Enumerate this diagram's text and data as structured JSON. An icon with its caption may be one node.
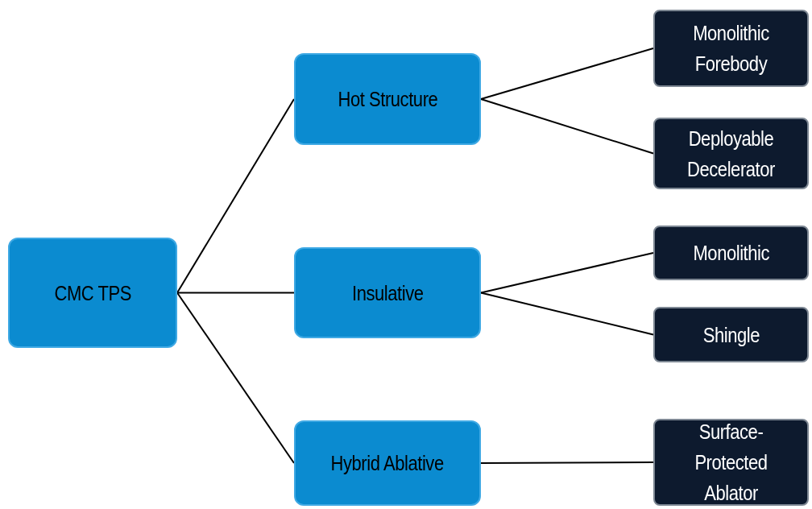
{
  "diagram": {
    "nodes": [
      {
        "text": [
          "CMC TPS"
        ]
      },
      {
        "text": [
          "Hot Structure"
        ]
      },
      {
        "text": [
          "Insulative"
        ]
      },
      {
        "text": [
          "Hybrid Ablative"
        ]
      },
      {
        "text": [
          "Monolithic Forebody"
        ]
      },
      {
        "text": [
          "Deployable Decelerator"
        ]
      },
      {
        "text": [
          "Monolithic"
        ]
      },
      {
        "text": [
          "Shingle"
        ]
      },
      {
        "text": [
          "Surface-Protected Ablator"
        ]
      }
    ],
    "edges": [
      {
        "from": 0,
        "to": 1,
        "arrow": "none"
      },
      {
        "from": 0,
        "to": 2,
        "arrow": "none"
      },
      {
        "from": 0,
        "to": 3,
        "arrow": "none"
      },
      {
        "from": 1,
        "to": 4,
        "arrow": "none"
      },
      {
        "from": 1,
        "to": 5,
        "arrow": "none"
      },
      {
        "from": 2,
        "to": 6,
        "arrow": "none"
      },
      {
        "from": 2,
        "to": 7,
        "arrow": "none"
      },
      {
        "from": 3,
        "to": 8,
        "arrow": "none"
      }
    ]
  }
}
